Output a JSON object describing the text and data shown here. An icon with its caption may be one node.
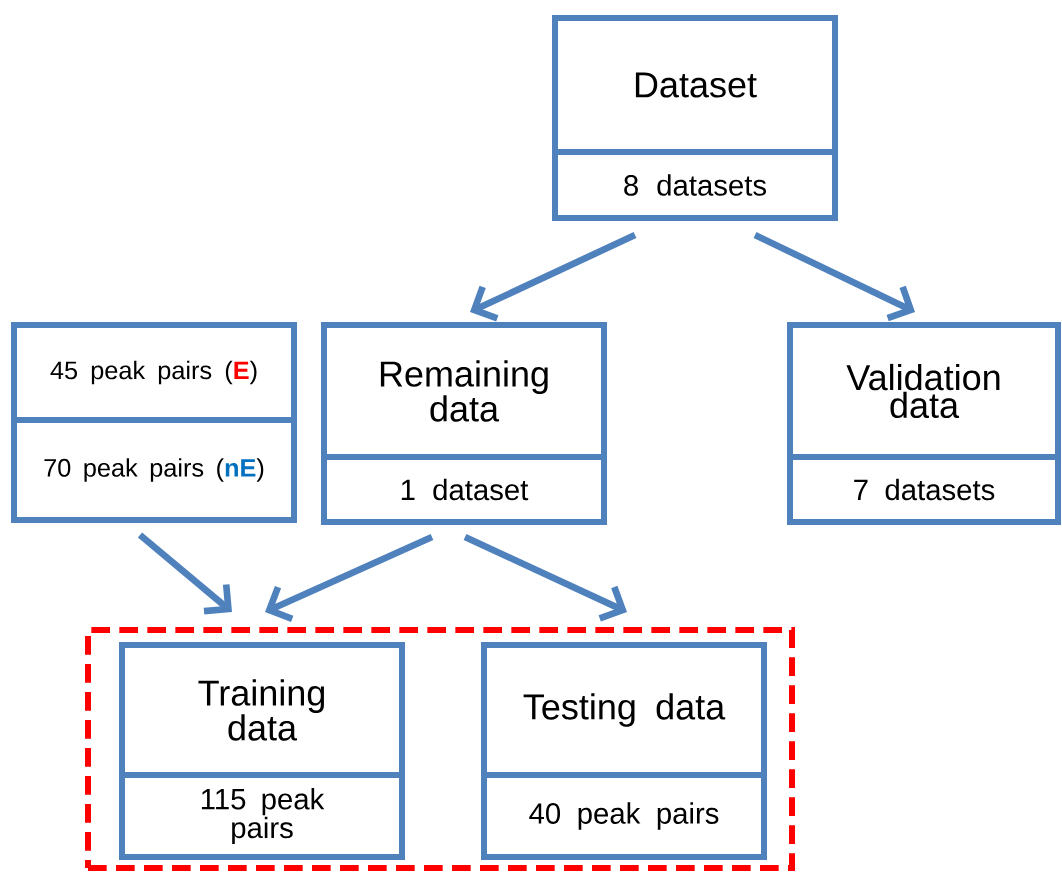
{
  "diagram": {
    "nodes": [
      {
        "text": [
          "Dataset",
          "8 datasets"
        ]
      },
      {
        "text": [
          "45 peak pairs (**E**)",
          "70 peak pairs (**nE**)"
        ]
      },
      {
        "text": [
          "Remaining data",
          "1 dataset"
        ]
      },
      {
        "text": [
          "Validation data",
          "7 datasets"
        ]
      },
      {
        "text": [],
        "shape": "box"
      },
      {
        "text": [
          "Training data",
          "115 peak pairs"
        ],
        "in": 4
      },
      {
        "text": [
          "Testing data",
          "40 peak pairs"
        ],
        "in": 4
      }
    ],
    "edges": [
      {
        "from": 0,
        "to": 2,
        "arrow": "to"
      },
      {
        "from": 0,
        "to": 3,
        "arrow": "to"
      },
      {
        "from": 1,
        "to": 5,
        "arrow": "to"
      },
      {
        "from": 2,
        "to": 5,
        "arrow": "to"
      },
      {
        "from": 2,
        "to": 6,
        "arrow": "to"
      }
    ]
  }
}
